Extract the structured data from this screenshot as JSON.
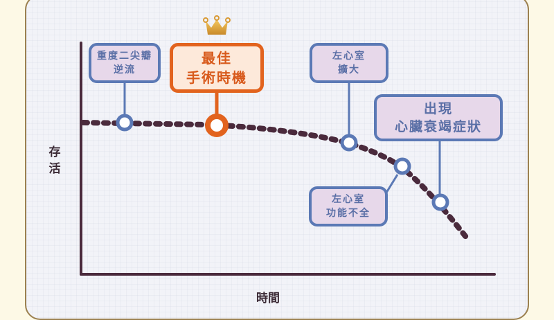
{
  "diagram": {
    "y_axis_label": "存活",
    "x_axis_label": "時間",
    "colors": {
      "page_background": "#fdf9e6",
      "card_background": "#f2f3f8",
      "card_border": "#9c8150",
      "axis": "#4a2a3c",
      "curve": "#4a2a3c",
      "marker_blue": "#5b79b5",
      "marker_orange": "#e2631e",
      "label_blue_fill": "#e7d8ea",
      "label_orange_fill": "#fde9da",
      "crown": "#e0a838"
    },
    "stages": [
      {
        "id": "severe-mitral-regurgitation",
        "line1": "重度二尖瓣",
        "line2": "逆流",
        "style": "blue"
      },
      {
        "id": "best-surgery-timing",
        "line1": "最佳",
        "line2": "手術時機",
        "style": "orange",
        "icon": "crown-icon"
      },
      {
        "id": "left-ventricle-enlargement",
        "line1": "左心室",
        "line2": "擴大",
        "style": "blue"
      },
      {
        "id": "left-ventricle-dysfunction",
        "line1": "左心室",
        "line2": "功能不全",
        "style": "blue"
      },
      {
        "id": "heart-failure-symptoms",
        "line1": "出現",
        "line2": "心臟衰竭症狀",
        "style": "blue"
      }
    ]
  }
}
